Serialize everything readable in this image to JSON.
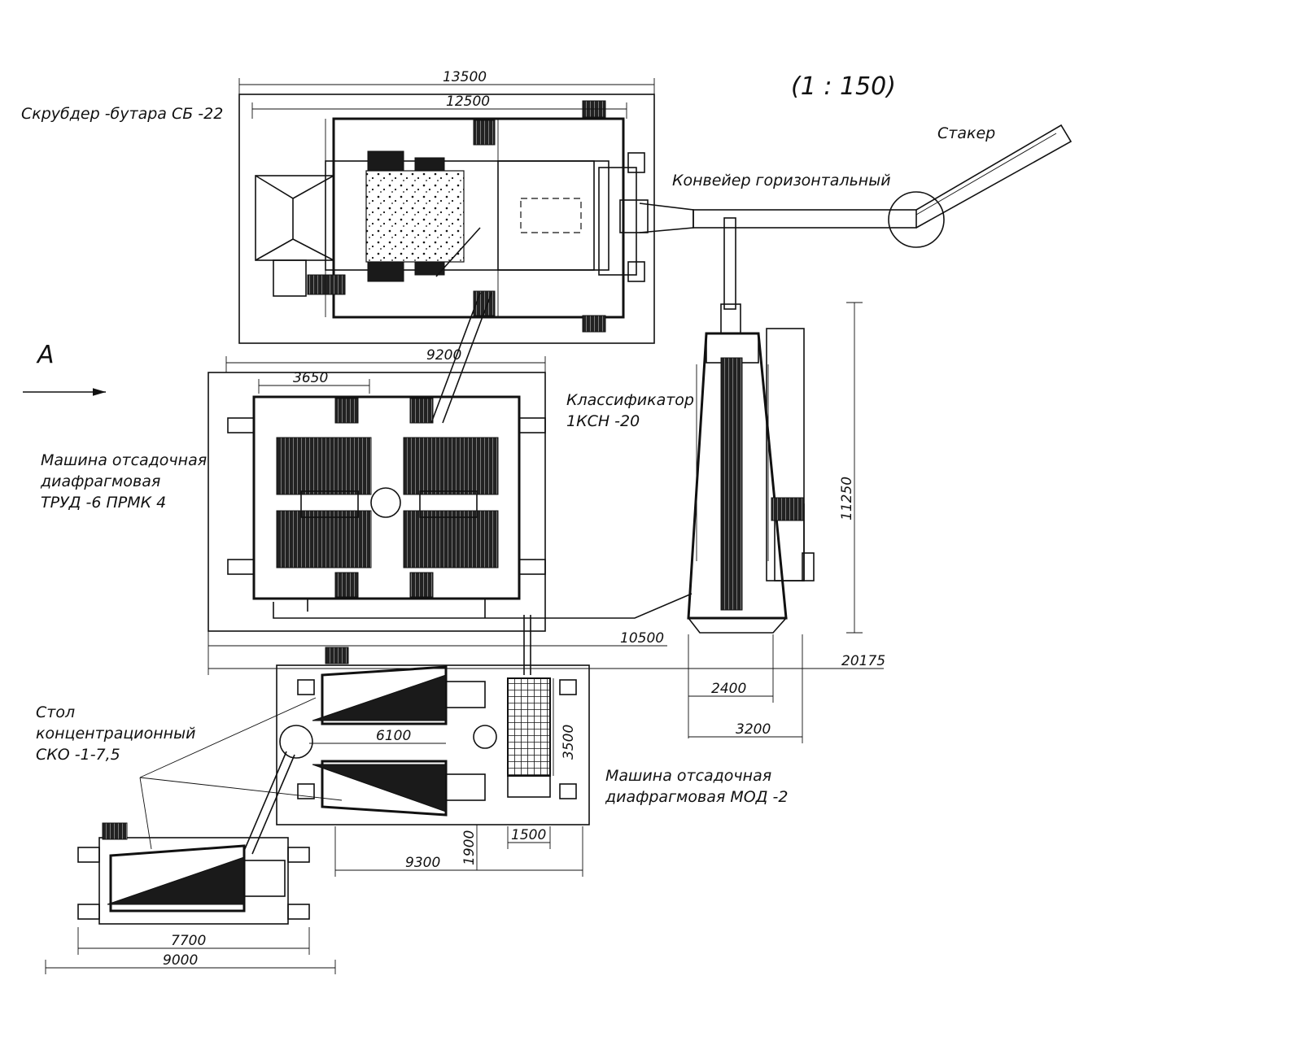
{
  "scale": "(1 : 150)",
  "view_label": "A",
  "equipment": {
    "scrubber": "Скрубдер -бутара СБ -22",
    "stacker": "Стакер",
    "conveyor": "Конвейер горизонтальный",
    "classifier_line1": "Классификатор",
    "classifier_line2": "1КСН -20",
    "jig_trud_line1": "Машина отсадочная",
    "jig_trud_line2": "диафрагмовая",
    "jig_trud_line3": "ТРУД -6 ПРМК 4",
    "table_line1": "Стол",
    "table_line2": "концентрационный",
    "table_line3": "СКО -1-7,5",
    "jig_mod_line1": "Машина отсадочная",
    "jig_mod_line2": "диафрагмовая МОД -2"
  },
  "dimensions": {
    "d13500": "13500",
    "d12500": "12500",
    "d9200": "9200",
    "d3650": "3650",
    "d11250": "11250",
    "d10500": "10500",
    "d20175": "20175",
    "d2400": "2400",
    "d3200": "3200",
    "d6100": "6100",
    "d3500": "3500",
    "d1500": "1500",
    "d1900": "1900",
    "d9300": "9300",
    "d7700": "7700",
    "d9000": "9000"
  }
}
